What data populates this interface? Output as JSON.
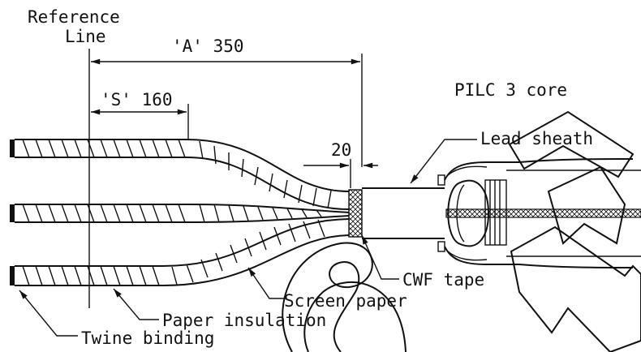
{
  "labels": {
    "reference_line_1": "Reference",
    "reference_line_2": "Line",
    "dim_a": "'A' 350",
    "dim_s": "'S' 160",
    "dim_20": "20",
    "pilc": "PILC 3 core",
    "lead_sheath": "Lead sheath",
    "cwf_tape": "CWF tape",
    "screen_paper": "Screen paper",
    "paper_insulation": "Paper insulation",
    "twine_binding": "Twine binding"
  }
}
